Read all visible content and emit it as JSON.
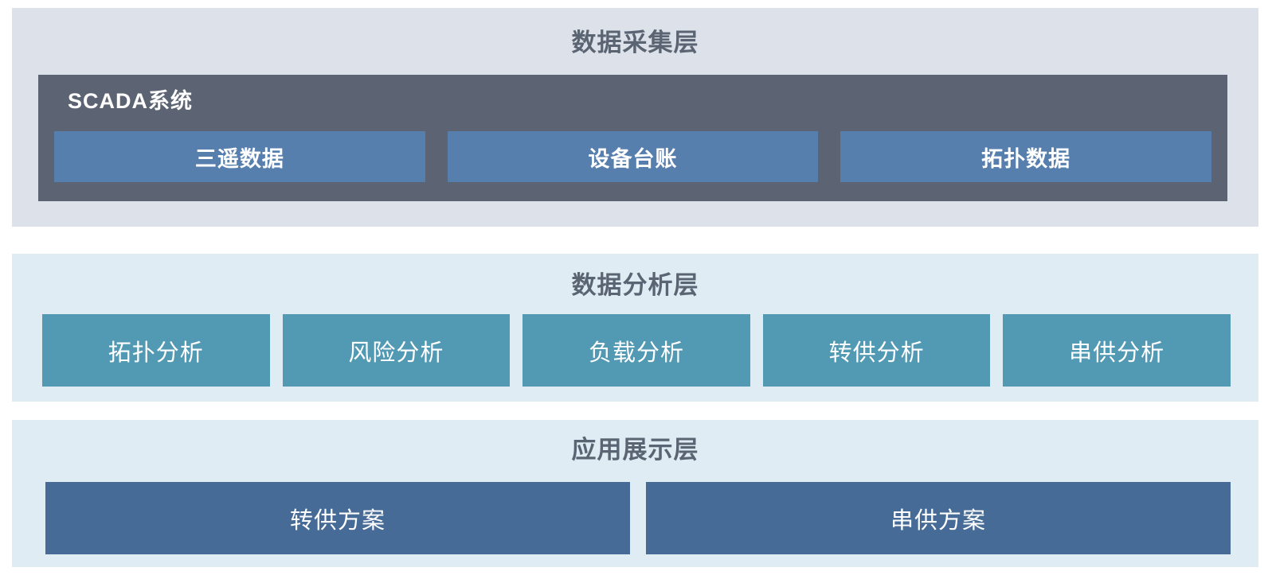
{
  "colors": {
    "page_bg": "#ffffff",
    "layer1_bg": "#dde1e9",
    "layer23_bg": "#dfecf3",
    "scada_bg": "#5c6473",
    "scada_item_bg": "#577fae",
    "analysis_item_bg": "#529ab4",
    "app_item_bg": "#466b96",
    "title_color": "#5b6472",
    "item_text": "#ffffff"
  },
  "layers": {
    "collection": {
      "title": "数据采集层",
      "scada": {
        "title": "SCADA系统",
        "items": [
          {
            "label": "三遥数据"
          },
          {
            "label": "设备台账"
          },
          {
            "label": "拓扑数据"
          }
        ]
      }
    },
    "analysis": {
      "title": "数据分析层",
      "items": [
        {
          "label": "拓扑分析"
        },
        {
          "label": "风险分析"
        },
        {
          "label": "负载分析"
        },
        {
          "label": "转供分析"
        },
        {
          "label": "串供分析"
        }
      ]
    },
    "application": {
      "title": "应用展示层",
      "items": [
        {
          "label": "转供方案"
        },
        {
          "label": "串供方案"
        }
      ]
    }
  }
}
